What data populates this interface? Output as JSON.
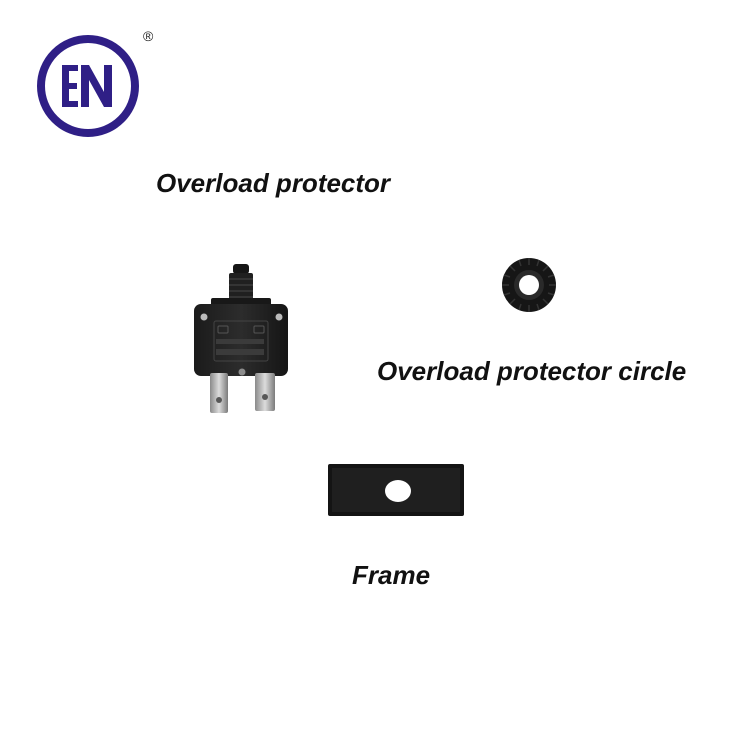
{
  "brand": {
    "logo_mark": "EN",
    "registered_symbol": "®",
    "color": "#2f1f86"
  },
  "products": [
    {
      "label": "Overload protector",
      "icon": "overload-protector-photo"
    },
    {
      "label": "Overload protector circle",
      "icon": "overload-protector-circle-photo"
    },
    {
      "label": "Frame",
      "icon": "frame-photo"
    }
  ]
}
